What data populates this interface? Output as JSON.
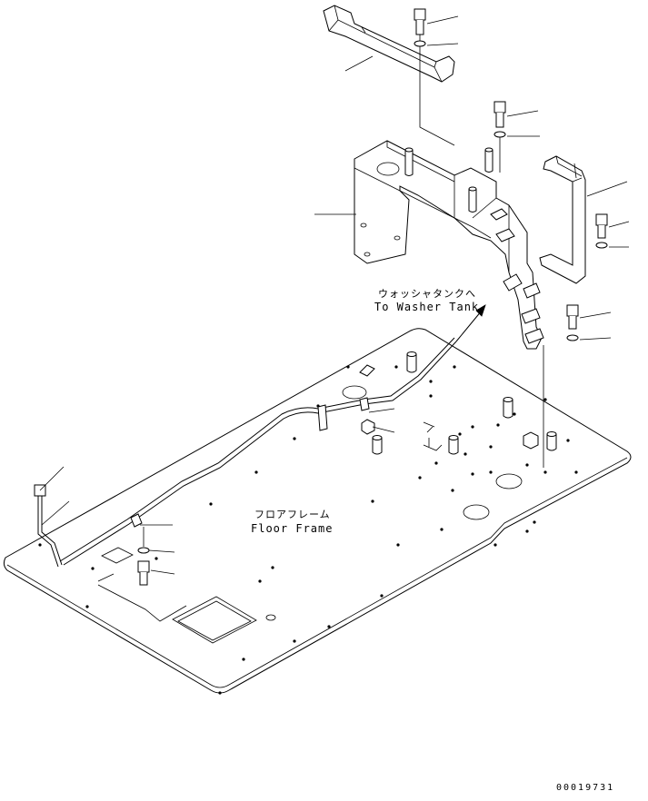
{
  "labels": {
    "washer_tank_jp": "ウォッシャタンクへ",
    "washer_tank_en": "To Washer Tank",
    "floor_frame_jp": "フロアフレーム",
    "floor_frame_en": "Floor Frame"
  },
  "document_number": "00019731"
}
